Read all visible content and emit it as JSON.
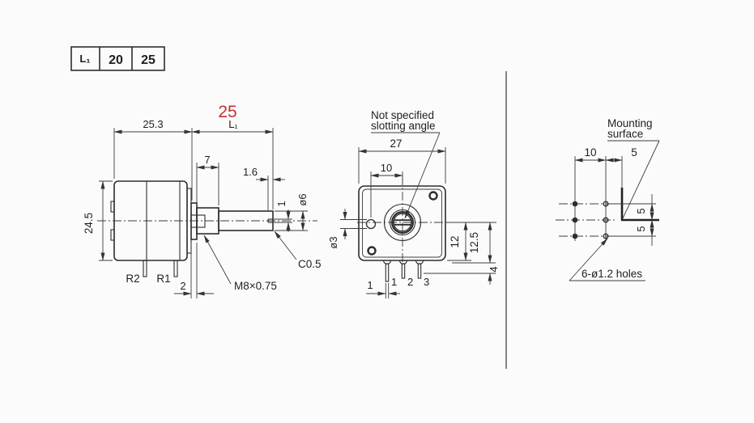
{
  "colors": {
    "background": "#fbfbfb",
    "line": "#2d2d2d",
    "dimension_line": "#3c3c3c",
    "accent_red": "#c23131"
  },
  "spec_table": {
    "header": "L₁",
    "value_1": "20",
    "value_2": "25"
  },
  "side_view": {
    "dim_body_length": "25.3",
    "shaft_length_value": "25",
    "shaft_length_label": "L₁",
    "dim_bushing_length": "7",
    "dim_slot_depth": "1.6",
    "dim_slot_width": "1",
    "dim_shaft_dia": "ø6",
    "dim_body_height": "24.5",
    "dim_flange_thickness": "2",
    "pin_label_r2": "R2",
    "pin_label_r1": "R1",
    "thread_callout": "M8×0.75",
    "chamfer_callout": "C0.5"
  },
  "front_view": {
    "note_line_1": "Not specified",
    "note_line_2": "slotting angle",
    "dim_body_width": "27",
    "dim_hole_offset": "10",
    "dim_hole_dia": "ø3",
    "dim_center_to_bottom": "12",
    "dim_center_to_pin_seat": "12.5",
    "dim_pin_step": "4",
    "dim_pin_width": "1",
    "terminal_1": "1",
    "terminal_2": "2",
    "terminal_3": "3"
  },
  "mounting_view": {
    "label_line_1": "Mounting",
    "label_line_2": "surface",
    "dim_col_pitch": "10",
    "dim_col_offset": "5",
    "dim_row_pitch_upper": "5",
    "dim_row_pitch_lower": "5",
    "holes_callout": "6-ø1.2 holes"
  }
}
